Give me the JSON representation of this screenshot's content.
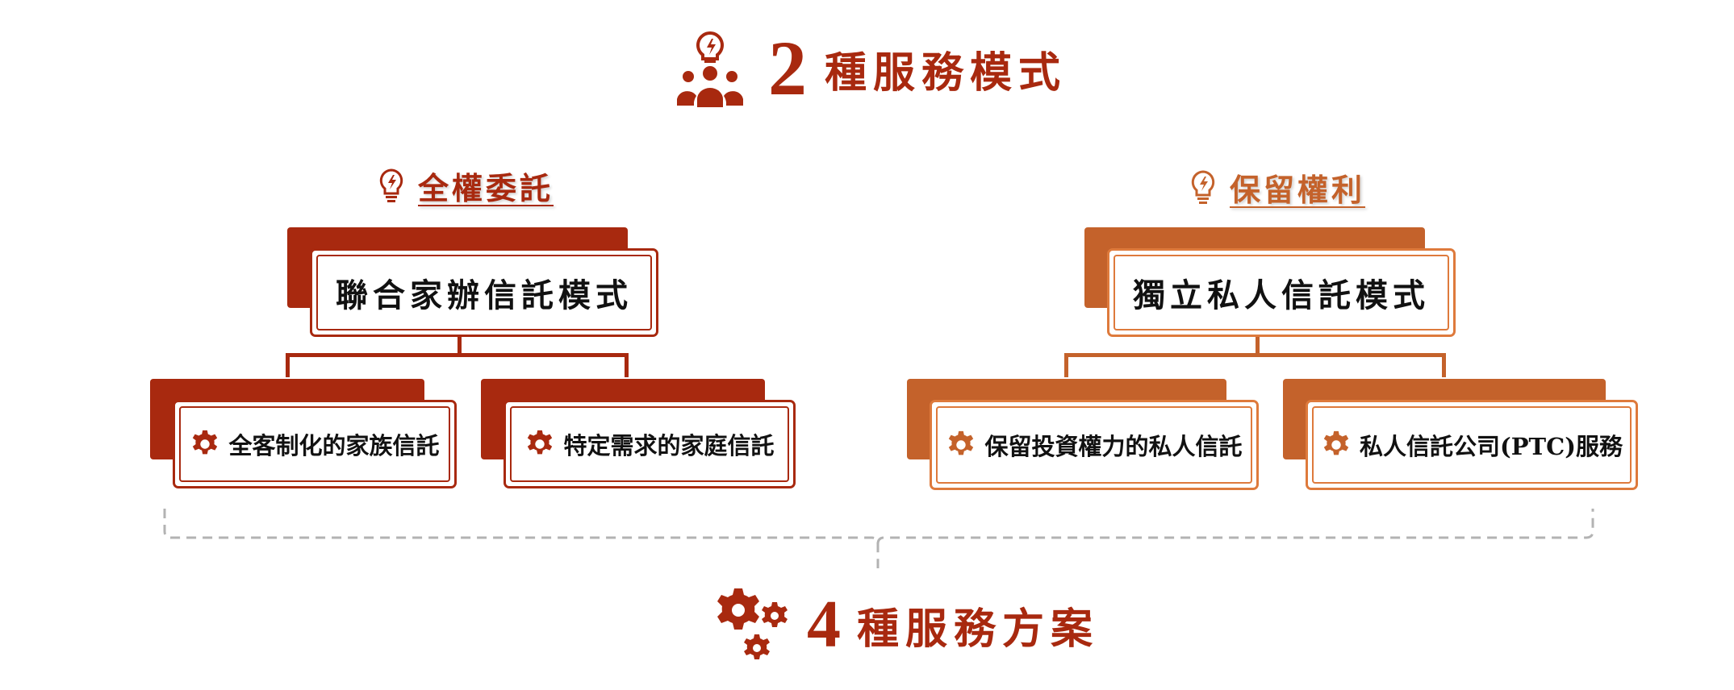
{
  "header": {
    "number": "2",
    "text": "種服務模式",
    "icon": "team-idea-icon"
  },
  "groups": [
    {
      "label": "全權委託",
      "icon": "lightbulb-icon",
      "color": "#a8290f",
      "main": "聯合家辦信託模式",
      "subs": [
        "全客制化的家族信託",
        "特定需求的家庭信託"
      ]
    },
    {
      "label": "保留權利",
      "icon": "lightbulb-icon",
      "color": "#c4622b",
      "main": "獨立私人信託模式",
      "subs": [
        "保留投資權力的私人信託",
        "私人信託公司(PTC)服務"
      ]
    }
  ],
  "footer": {
    "number": "4",
    "text": "種服務方案",
    "icon": "gears-icon"
  },
  "colors": {
    "dark_red": "#a8290f",
    "orange": "#c4622b",
    "light_orange": "#de7a3c",
    "dashed_bracket": "#b3b3b3"
  }
}
